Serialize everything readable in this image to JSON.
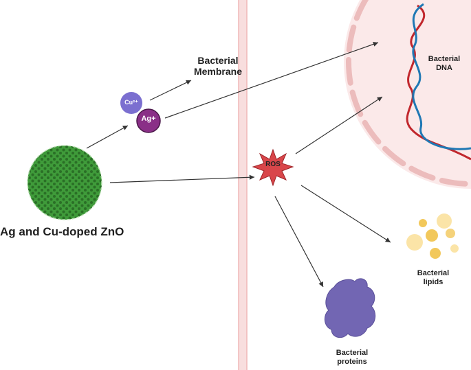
{
  "labels": {
    "membrane": "Bacterial Membrane",
    "dna": "Bacterial DNA",
    "lipids": "Bacterial lipids",
    "proteins": "Bacterial proteins",
    "particle": "Ag and Cu-doped ZnO",
    "ros": "ROS",
    "cu_ion": "Cu²⁺",
    "ag_ion": "Ag+"
  },
  "colors": {
    "membrane": "#f4c9c9",
    "cell_fill": "#fbe9e9",
    "cell_dash": "#ecbcbc",
    "particle": "#3f9b3a",
    "particle_dot": "#2a6f26",
    "ros": "#d9464a",
    "cu": "#7b6fd0",
    "ag": "#8a2f87",
    "dna_red": "#c1272d",
    "dna_blue": "#1f78b4",
    "lipid": "#f2c85b",
    "protein": "#7266b3",
    "arrow": "#333333"
  }
}
